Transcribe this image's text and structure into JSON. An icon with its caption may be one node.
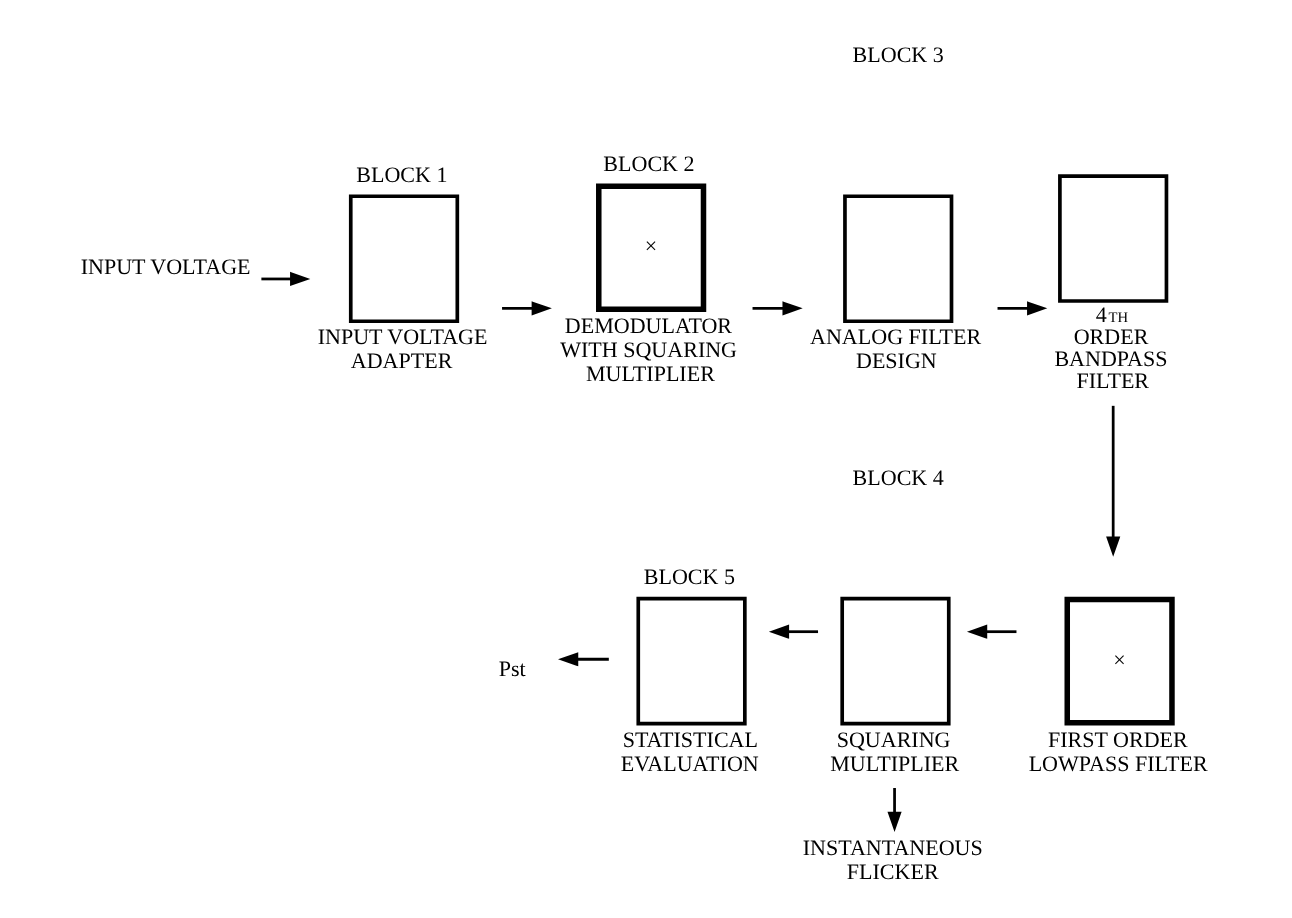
{
  "diagram": {
    "nodes": [
      {
        "text": [
          "INPUT VOLTAGE"
        ]
      },
      {
        "text": [
          "BLOCK 1",
          "INPUT VOLTAGE ADAPTER"
        ]
      },
      {
        "text": [
          "BLOCK 2",
          "×",
          "DEMODULATOR WITH SQUARING MULTIPLIER"
        ]
      },
      {
        "text": [
          "ANALOG FILTER DESIGN"
        ]
      },
      {
        "text": [
          "4$^{TH}$ ORDER BANDPASS FILTER"
        ]
      },
      {
        "text": [
          "×",
          "FIRST ORDER LOWPASS FILTER"
        ]
      },
      {
        "text": [
          "SQUARING MULTIPLIER"
        ]
      },
      {
        "text": [
          "BLOCK 5",
          "STATISTICAL EVALUATION"
        ]
      },
      {
        "text": [
          "Pst"
        ]
      },
      {
        "text": [
          "INSTANTANEOUS FLICKER"
        ]
      }
    ],
    "edges": [
      {
        "from": 0,
        "to": 1,
        "arrow": "to"
      },
      {
        "from": 1,
        "to": 2,
        "arrow": "to"
      },
      {
        "from": 2,
        "to": 3,
        "arrow": "to"
      },
      {
        "from": 3,
        "to": 4,
        "arrow": "to"
      },
      {
        "from": 4,
        "to": 5,
        "arrow": "to"
      },
      {
        "from": 5,
        "to": 6,
        "arrow": "to"
      },
      {
        "from": 6,
        "to": 7,
        "arrow": "to"
      },
      {
        "from": 7,
        "to": 8,
        "arrow": "to"
      },
      {
        "from": 6,
        "to": 9,
        "arrow": "to"
      }
    ],
    "labels": [
      "BLOCK 3",
      "BLOCK 4"
    ]
  }
}
